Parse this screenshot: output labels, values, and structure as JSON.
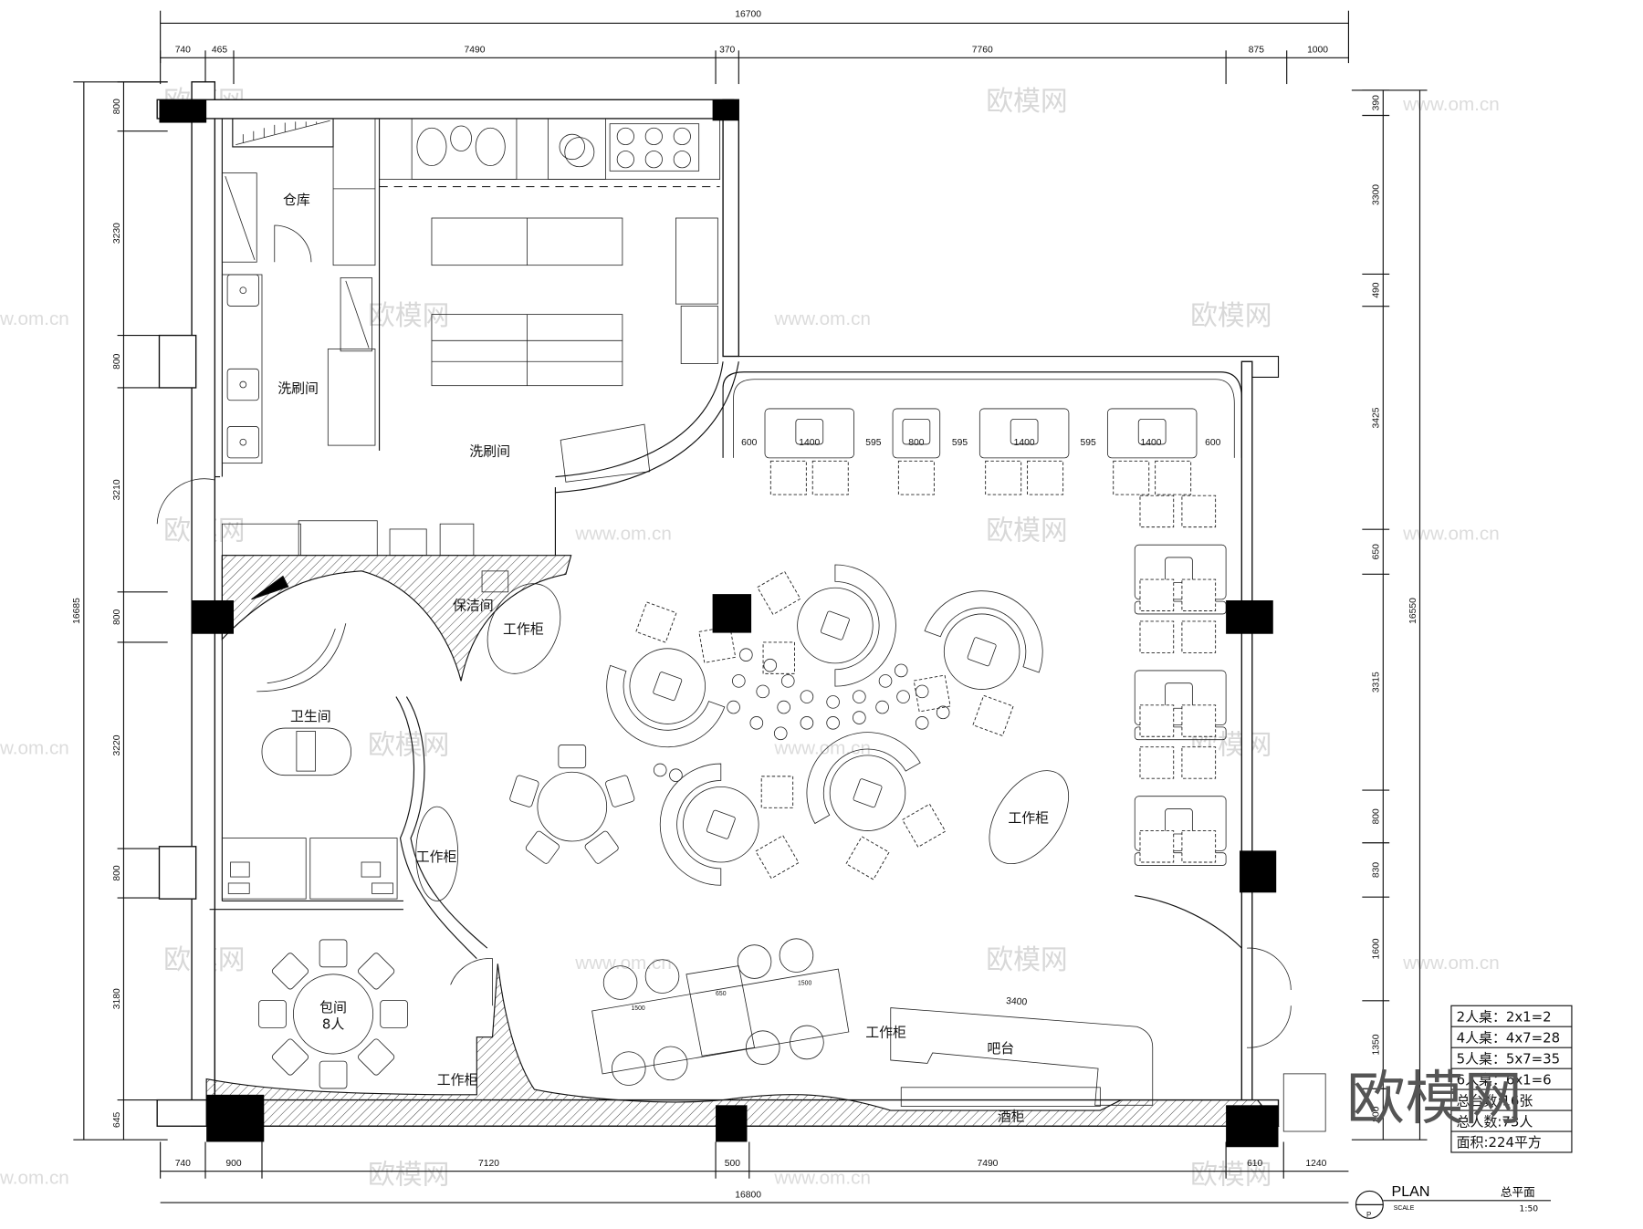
{
  "dimensions": {
    "top_total": "16700",
    "top_segments": [
      "740",
      "465",
      "7490",
      "370",
      "7760",
      "875",
      "1000"
    ],
    "bottom_total": "16800",
    "bottom_segments": [
      "740",
      "900",
      "7120",
      "500",
      "7490",
      "610",
      "1240"
    ],
    "left_total": "16685",
    "left_segments": [
      "800",
      "3230",
      "800",
      "3210",
      "800",
      "3220",
      "800",
      "3180",
      "645"
    ],
    "right_total": "16550",
    "right_segments": [
      "390",
      "3300",
      "490",
      "3425",
      "650",
      "3315",
      "800",
      "830",
      "1600",
      "1350",
      "800"
    ],
    "booth_row": [
      "600",
      "1400",
      "595",
      "800",
      "595",
      "1400",
      "595",
      "1400",
      "600"
    ],
    "bar_length": "3400",
    "long_table": [
      "1500",
      "650",
      "1500"
    ]
  },
  "rooms": {
    "storage": "仓库",
    "scullery_left": "洗刷间",
    "scullery_main": "洗刷间",
    "cleaning": "保洁间",
    "cabinet_1": "工作柜",
    "restroom": "卫生间",
    "cabinet_2": "工作柜",
    "private_room": "包间",
    "private_room_seats": "8人",
    "cabinet_3": "工作柜",
    "cabinet_4": "工作柜",
    "bar": "吧台",
    "wine_cabinet": "酒柜",
    "cabinet_5": "工作柜"
  },
  "legend": {
    "rows": [
      "2人桌：2x1=2",
      "4人桌：4x7=28",
      "5人桌：5x7=35",
      "6人桌：6x1=6",
      "总台数:16张",
      "总人数:73人",
      "面积:224平方"
    ]
  },
  "title_block": {
    "plan": "PLAN",
    "scale_label": "SCALE",
    "symbol": "P",
    "title": "总平面",
    "scale": "1:50"
  },
  "watermark": {
    "logo": "欧模网",
    "url": "www.om.cn"
  }
}
